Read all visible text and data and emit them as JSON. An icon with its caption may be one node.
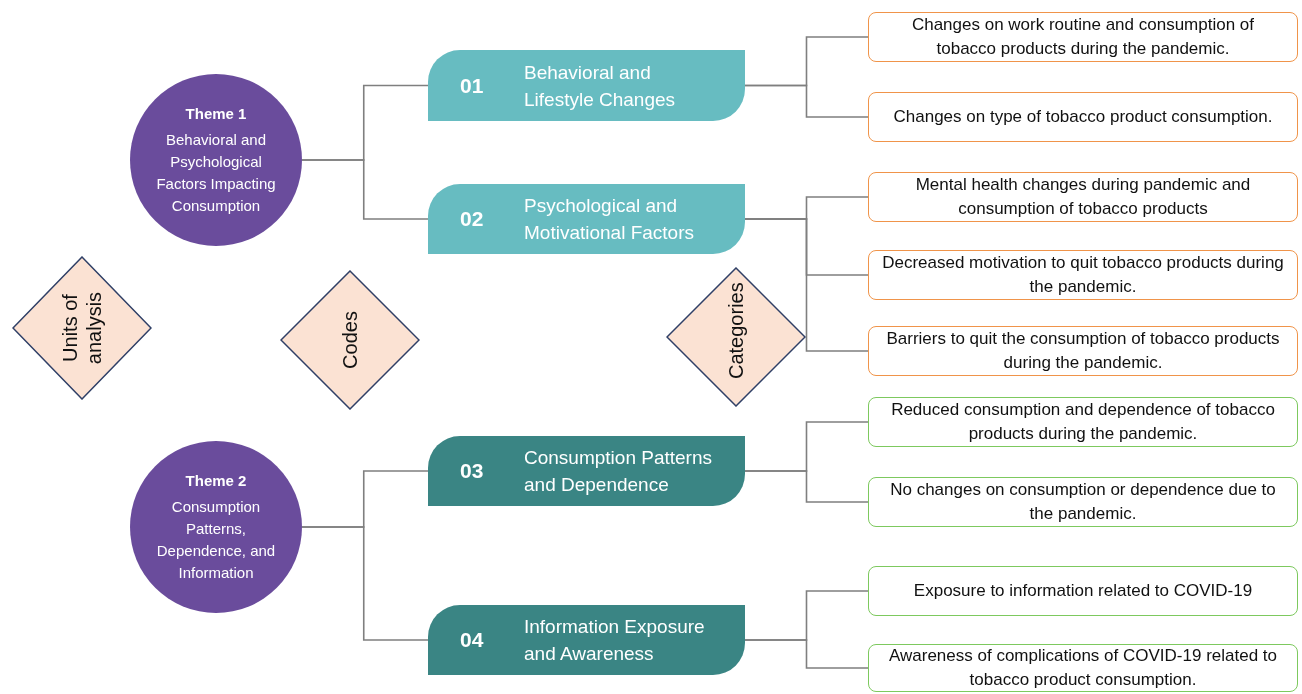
{
  "diagram": {
    "nodes": [
      {
        "text": [
          "Theme 1",
          "Behavioral and Psychological Factors Impacting Consumption"
        ]
      },
      {
        "text": [
          "01",
          "Behavioral and Lifestyle Changes"
        ]
      },
      {
        "text": [
          "Changes on work routine and consumption of tobacco products during the pandemic."
        ]
      },
      {
        "text": [
          "Changes on type of tobacco product consumption."
        ]
      },
      {
        "text": [
          "02",
          "Psychological and Motivational Factors"
        ]
      },
      {
        "text": [
          "Mental health changes during pandemic and consumption of tobacco products"
        ]
      },
      {
        "text": [
          "Decreased motivation to quit tobacco products during the pandemic."
        ]
      },
      {
        "text": [
          "Barriers to quit the consumption of tobacco products during the pandemic."
        ]
      },
      {
        "text": [
          "Theme 2",
          "Consumption Patterns, Dependence, and Information"
        ]
      },
      {
        "text": [
          "03",
          "Consumption Patterns and Dependence"
        ]
      },
      {
        "text": [
          "Reduced consumption and dependence of tobacco products during the pandemic."
        ]
      },
      {
        "text": [
          "No changes on consumption or dependence due to the pandemic."
        ]
      },
      {
        "text": [
          "04",
          "Information Exposure and Awareness"
        ]
      },
      {
        "text": [
          "Exposure to information related to COVID-19"
        ]
      },
      {
        "text": [
          "Awareness of complications of COVID-19 related to tobacco product consumption."
        ]
      },
      {
        "text": [
          "Units of analysis"
        ]
      },
      {
        "text": [
          "Codes"
        ]
      },
      {
        "text": [
          "Categories"
        ]
      }
    ],
    "edges": [
      {
        "from": 0,
        "to": 1,
        "arrow": "none"
      },
      {
        "from": 0,
        "to": 4,
        "arrow": "none"
      },
      {
        "from": 1,
        "to": 2,
        "arrow": "none"
      },
      {
        "from": 1,
        "to": 3,
        "arrow": "none"
      },
      {
        "from": 4,
        "to": 5,
        "arrow": "none"
      },
      {
        "from": 4,
        "to": 6,
        "arrow": "none"
      },
      {
        "from": 4,
        "to": 7,
        "arrow": "none"
      },
      {
        "from": 8,
        "to": 9,
        "arrow": "none"
      },
      {
        "from": 8,
        "to": 12,
        "arrow": "none"
      },
      {
        "from": 9,
        "to": 10,
        "arrow": "none"
      },
      {
        "from": 9,
        "to": 11,
        "arrow": "none"
      },
      {
        "from": 12,
        "to": 13,
        "arrow": "none"
      },
      {
        "from": 12,
        "to": 14,
        "arrow": "none"
      }
    ]
  }
}
